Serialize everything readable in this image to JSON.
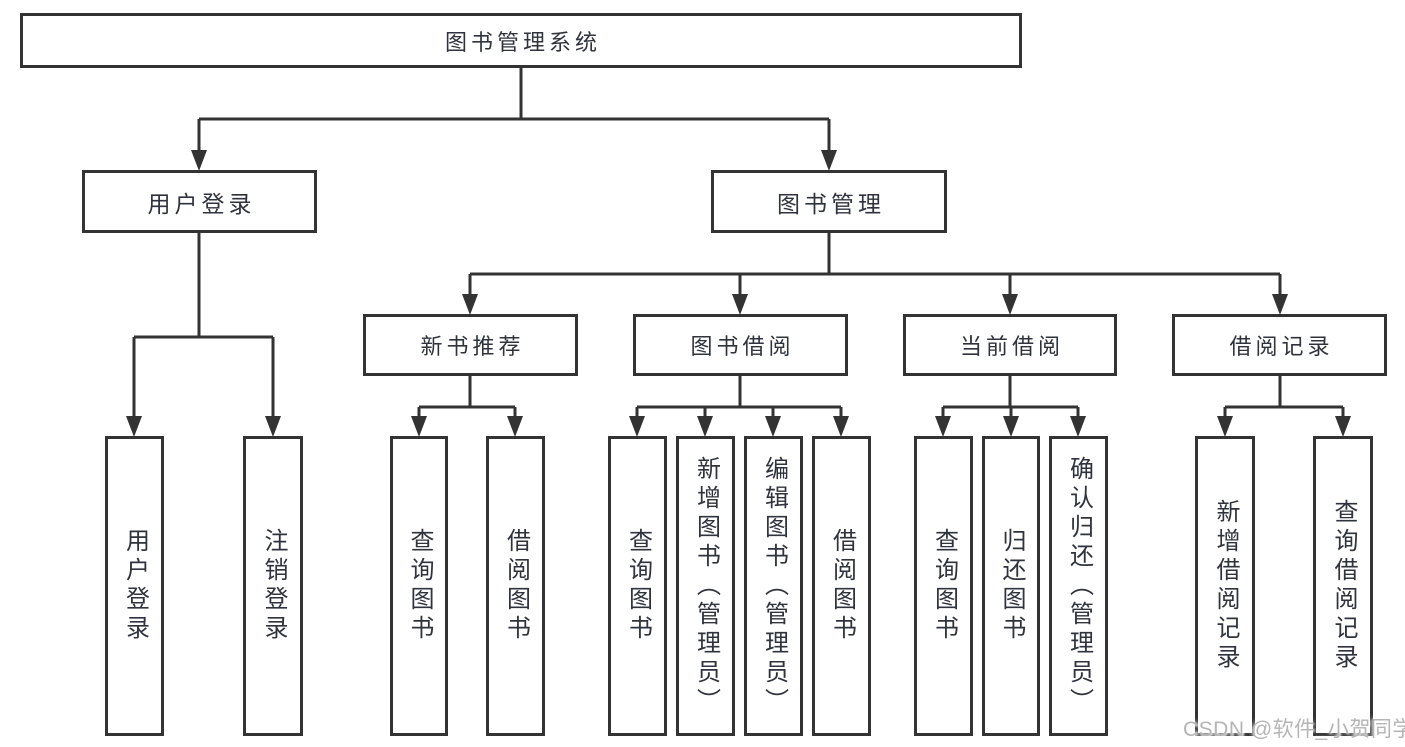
{
  "diagram_title": "图书管理系统",
  "tree": {
    "root": {
      "label": "图书管理系统"
    },
    "children": [
      {
        "label": "用户登录",
        "children": [
          {
            "label": "用户登录"
          },
          {
            "label": "注销登录"
          }
        ]
      },
      {
        "label": "图书管理",
        "children": [
          {
            "label": "新书推荐",
            "children": [
              {
                "label": "查询图书"
              },
              {
                "label": "借阅图书"
              }
            ]
          },
          {
            "label": "图书借阅",
            "children": [
              {
                "label": "查询图书"
              },
              {
                "label": "新增图书（管理员）"
              },
              {
                "label": "编辑图书（管理员）"
              },
              {
                "label": "借阅图书"
              }
            ]
          },
          {
            "label": "当前借阅",
            "children": [
              {
                "label": "查询图书"
              },
              {
                "label": "归还图书"
              },
              {
                "label": "确认归还（管理员）"
              }
            ]
          },
          {
            "label": "借阅记录",
            "children": [
              {
                "label": "新增借阅记录"
              },
              {
                "label": "查询借阅记录"
              }
            ]
          }
        ]
      }
    ]
  },
  "watermark": {
    "text": "CSDN @软件_小贺同学"
  },
  "colors": {
    "line": "#333333",
    "box_border": "#333333",
    "box_fill": "#ffffff",
    "text": "#2e333d",
    "watermark": "#b5b5b5",
    "background": "#ffffff"
  }
}
